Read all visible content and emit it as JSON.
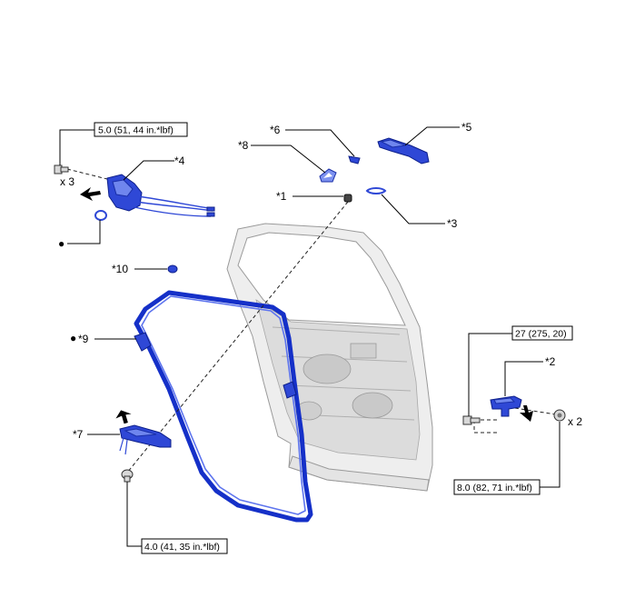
{
  "callouts": {
    "c1": "*1",
    "c2": "*2",
    "c3": "*3",
    "c4": "*4",
    "c5": "*5",
    "c6": "*6",
    "c7": "*7",
    "c8": "*8",
    "c9": "*9",
    "c10": "*10"
  },
  "bullets": {
    "b_left": "●",
    "b_9": "●"
  },
  "quantities": {
    "x3": "x 3",
    "x2": "x 2"
  },
  "torques": {
    "t_lock": "5.0 (51, 44 in.*lbf)",
    "t_striker": "27 (275, 20)",
    "t_bracket": "8.0 (82, 71 in.*lbf)",
    "t_handle": "4.0 (41, 35 in.*lbf)"
  },
  "colors": {
    "part_blue": "#2f48d6",
    "door_grey": "#eeeeee",
    "line": "#000000"
  },
  "icons": {
    "install_arrow": "arrow-icon",
    "bolt": "bolt-icon"
  }
}
